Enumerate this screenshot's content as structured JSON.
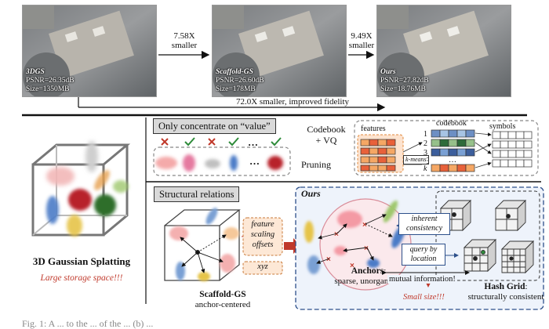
{
  "top": {
    "panels": [
      {
        "method": "3DGS",
        "psnr": "PSNR=26.35dB",
        "size": "Size=1350MB"
      },
      {
        "method": "Scaffold-GS",
        "psnr": "PSNR=26.60dB",
        "size": "Size=178MB"
      },
      {
        "method": "Ours",
        "psnr": "PSNR=27.82dB",
        "size": "Size=18.76MB"
      }
    ],
    "arrow1": {
      "line1": "7.58X",
      "line2": "smaller"
    },
    "arrow2": {
      "line1": "9.49X",
      "line2": "smaller"
    },
    "overall": "72.0X smaller, improved fidelity"
  },
  "left": {
    "title": "3D Gaussian Splatting",
    "subtitle": "Large storage space!!!"
  },
  "value": {
    "title": "Only concentrate on “value”",
    "pruning": "Pruning",
    "ellipsis": "…",
    "codebook_vq_1": "Codebook",
    "codebook_vq_2": "+ VQ",
    "features": "features",
    "codebook": "codebook",
    "symbols": "symbols",
    "kmeans": "k-means",
    "row_labels": [
      "1",
      "2",
      "3",
      "k"
    ],
    "vdots": "⋮",
    "hdots": "…"
  },
  "structural": {
    "title": "Structural relations",
    "feature_1": "feature",
    "feature_2": "scaling",
    "feature_3": "offsets",
    "xyz": "xyz",
    "scaffold_name": "Scaffold-GS",
    "scaffold_desc": "anchor-centered"
  },
  "ours": {
    "title": "Ours",
    "inherent_1": "inherent",
    "inherent_2": "consistency",
    "query_1": "query by",
    "query_2": "location",
    "anchors_title": "Anchors",
    "anchors_desc": "sparse, unorganized",
    "mutual": "mutual information!",
    "small": "Small size!!!",
    "hash_title": "Hash Grid",
    "hash_desc": "structurally consistent"
  },
  "caption_fragment": "Fig. 1: A ... to the ... of the ... (b) ..."
}
